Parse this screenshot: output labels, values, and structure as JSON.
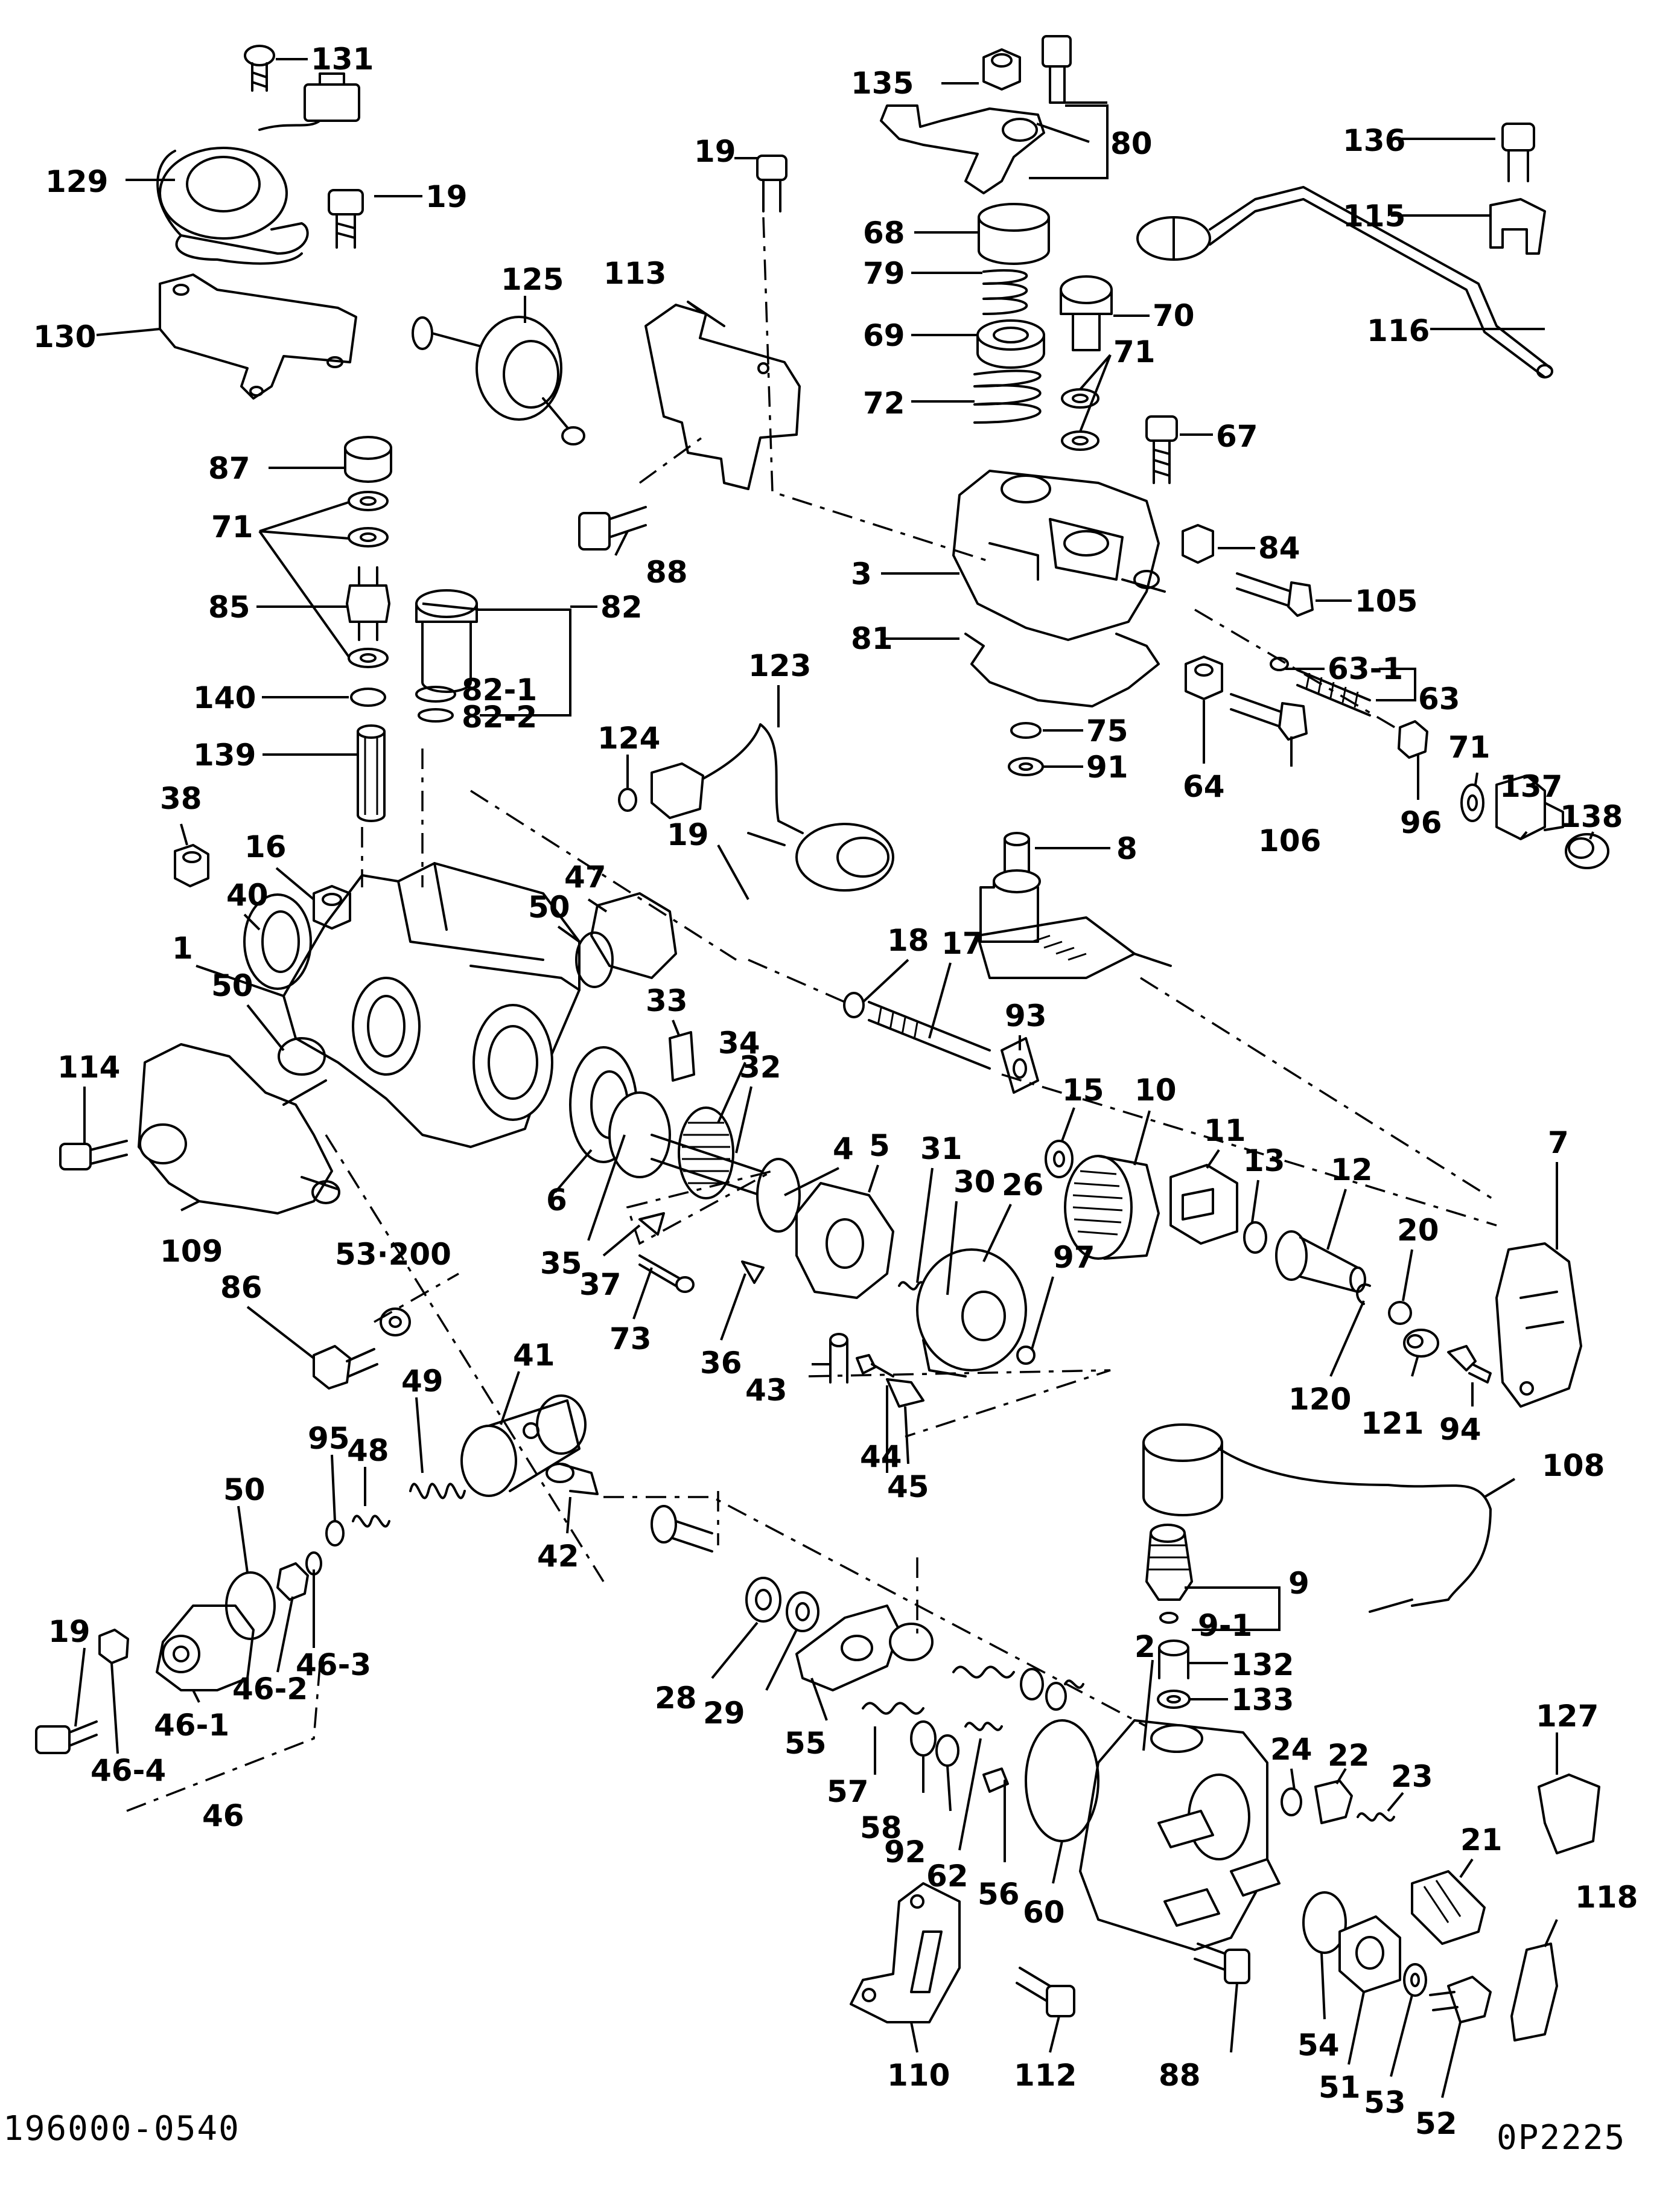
{
  "footer": {
    "part_number": "196000-0540",
    "drawing_code": "0P2225"
  },
  "labels": {
    "l131": "131",
    "l135": "135",
    "l80": "80",
    "l136": "136",
    "l129": "129",
    "l19a": "19",
    "l19b": "19",
    "l115": "115",
    "l68": "68",
    "l79": "79",
    "l70": "70",
    "l69": "69",
    "l113": "113",
    "l125": "125",
    "l130": "130",
    "l116": "116",
    "l72": "72",
    "l71a": "71",
    "l67": "67",
    "l87": "87",
    "l71b": "71",
    "l84": "84",
    "l88a": "88",
    "l3": "3",
    "l105": "105",
    "l85": "85",
    "l82": "82",
    "l81": "81",
    "l63-1": "63-1",
    "l63": "63",
    "l123": "123",
    "l140": "140",
    "l82-1": "82-1",
    "l82-2": "82-2",
    "l124": "124",
    "l75": "75",
    "l139": "139",
    "l71c": "71",
    "l137": "137",
    "l91": "91",
    "l64": "64",
    "l96": "96",
    "l138": "138",
    "l38": "38",
    "l16": "16",
    "l106": "106",
    "l19c": "19",
    "l8": "8",
    "l40": "40",
    "l47": "47",
    "l50a": "50",
    "l1": "1",
    "l18": "18",
    "l17": "17",
    "l93": "93",
    "l50b": "50",
    "l15": "15",
    "l10": "10",
    "l114": "114",
    "l33": "33",
    "l34": "34",
    "l11": "11",
    "l32": "32",
    "l13": "13",
    "l12": "12",
    "l7": "7",
    "l4": "4",
    "l5": "5",
    "l31": "31",
    "l30": "30",
    "l6": "6",
    "l26": "26",
    "l20": "20",
    "l109": "109",
    "l35": "35",
    "l53-200": "53·200",
    "l37": "37",
    "l97": "97",
    "l86": "86",
    "l73": "73",
    "l36": "36",
    "l120": "120",
    "l121": "121",
    "l43": "43",
    "l41": "41",
    "l94": "94",
    "l49": "49",
    "l95": "95",
    "l48": "48",
    "l44": "44",
    "l45": "45",
    "l108": "108",
    "l50c": "50",
    "l42": "42",
    "l9": "9",
    "l9-1": "9-1",
    "l19d": "19",
    "l46-3": "46-3",
    "l46-2": "46-2",
    "l2": "2",
    "l132": "132",
    "l133": "133",
    "l28": "28",
    "l29": "29",
    "l127": "127",
    "l46-1": "46-1",
    "l55": "55",
    "l24": "24",
    "l22": "22",
    "l46-4": "46-4",
    "l57": "57",
    "l23": "23",
    "l21": "21",
    "l46": "46",
    "l58": "58",
    "l92": "92",
    "l62": "62",
    "l56": "56",
    "l60": "60",
    "l118": "118",
    "l54": "54",
    "l110": "110",
    "l112": "112",
    "l88b": "88",
    "l51": "51",
    "l53": "53",
    "l52": "52"
  }
}
